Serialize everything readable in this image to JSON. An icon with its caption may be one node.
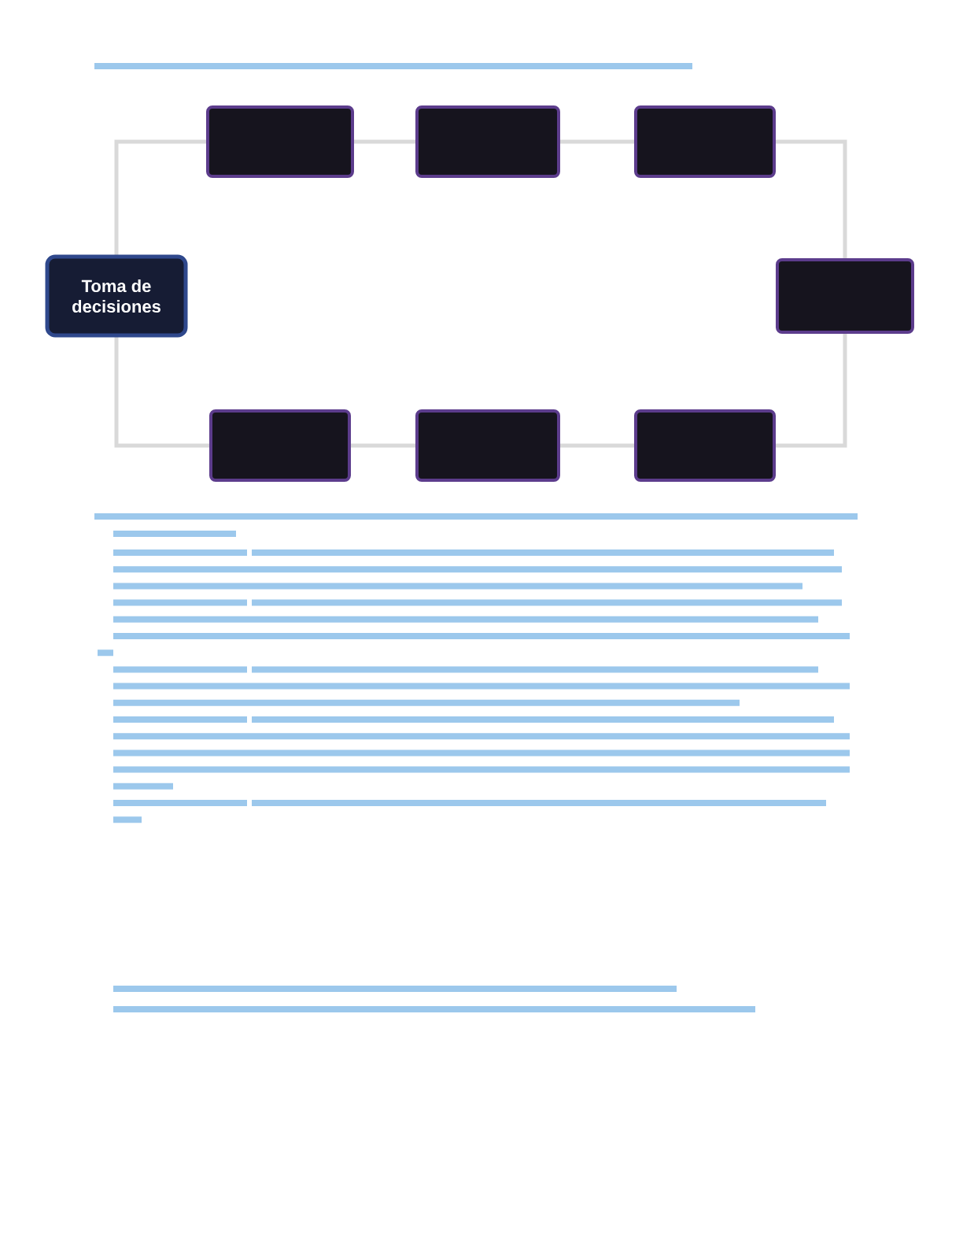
{
  "diagram": {
    "nodes": [
      {
        "text": [],
        "shape": "box"
      },
      {
        "text": [],
        "shape": "box"
      },
      {
        "text": [],
        "shape": "box"
      },
      {
        "text": [
          "Toma de decisiones"
        ]
      },
      {
        "text": [],
        "shape": "box"
      },
      {
        "text": [],
        "shape": "box"
      },
      {
        "text": [],
        "shape": "box"
      },
      {
        "text": [],
        "shape": "box"
      }
    ],
    "edges": [
      {
        "from": 3,
        "to": 0,
        "arrow": "none"
      },
      {
        "from": 0,
        "to": 1,
        "arrow": "none"
      },
      {
        "from": 1,
        "to": 2,
        "arrow": "none"
      },
      {
        "from": 2,
        "to": 4,
        "arrow": "none"
      },
      {
        "from": 4,
        "to": 7,
        "arrow": "none"
      },
      {
        "from": 7,
        "to": 6,
        "arrow": "none"
      },
      {
        "from": 6,
        "to": 5,
        "arrow": "none"
      },
      {
        "from": 5,
        "to": 3,
        "arrow": "none"
      }
    ]
  }
}
